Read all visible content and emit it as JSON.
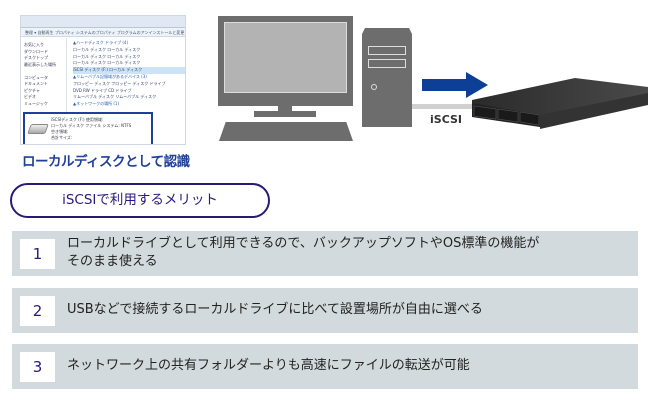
{
  "explorer": {
    "toolbar": "整理 ▾   自動再生   プロパティ   システムのプロパティ   プログラムのアンインストールと変更",
    "nav_items": [
      "お気に入り",
      "ダウンロード",
      "デスクトップ",
      "最近表示した場所",
      "",
      "コンピュータ",
      "ドキュメント",
      "ピクチャ",
      "ビデオ",
      "ミュージック"
    ],
    "list_items": [
      {
        "text": "▲ハードディスク ドライブ (4)",
        "type": "group"
      },
      {
        "text": "ローカル ディスク  ローカル ディスク",
        "type": "item"
      },
      {
        "text": "ローカル ディスク  ローカル ディスク",
        "type": "item"
      },
      {
        "text": "ローカル ディスク  ローカル ディスク",
        "type": "item"
      },
      {
        "text": "iSCSI ディスク (F:)  ローカル ディスク",
        "type": "selected"
      },
      {
        "text": "▲リムーバブル記憶域があるデバイス (3)",
        "type": "group"
      },
      {
        "text": "フロッピー ディスク  フロッピー ディスク ドライブ",
        "type": "item"
      },
      {
        "text": "DVD RW ドライブ  CD ドライブ",
        "type": "item"
      },
      {
        "text": "リムーバブル ディスク  リムーバブル ディスク",
        "type": "item"
      },
      {
        "text": "▲ネットワークの場所 (1)",
        "type": "group"
      }
    ],
    "detail": [
      "iSCSIディスク (F:)        使用領域:",
      "ローカル ディスク      ファイル システム: NTFS",
      "空き領域:",
      "合計サイズ:"
    ]
  },
  "caption": "ローカルディスクとして認識",
  "connection_label": "iSCSI",
  "colors": {
    "accent_blue": "#1f3f99",
    "arrow": "#0d3f96",
    "pill_border": "#2b1978",
    "row_bg": "#d3dadd",
    "device_gray": "#6d6d6d"
  },
  "icons": {
    "pc": "desktop-computer-icon",
    "storage": "rackmount-nas-icon",
    "arrow": "arrow-right-icon",
    "drive": "hard-drive-icon"
  },
  "merits": {
    "title": "iSCSIで利用するメリット",
    "items": [
      {
        "number": "1",
        "line1": "ローカルドライブとして利用できるので、バックアップソフトやOS標準の機能が",
        "line2": "そのまま使える"
      },
      {
        "number": "2",
        "line1": "USBなどで接続するローカルドライブに比べて設置場所が自由に選べる"
      },
      {
        "number": "3",
        "line1": "ネットワーク上の共有フォルダーよりも高速にファイルの転送が可能"
      }
    ]
  }
}
